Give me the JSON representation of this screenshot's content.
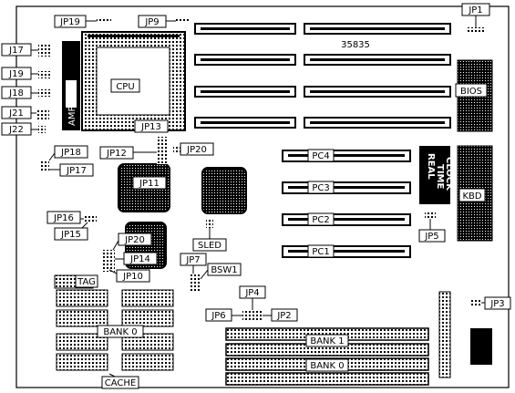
{
  "board": {
    "part_number": "35835",
    "cpu_label": "CPU",
    "socket_label": "AMP",
    "bios_label": "BIOS",
    "kbd_label": "KBD",
    "rtc_label_line1": "REAL",
    "rtc_label_line2": "TIME",
    "rtc_label_line3": "CLOCK",
    "pc_slots": [
      "PC4",
      "PC3",
      "PC2",
      "PC1"
    ],
    "memory_banks": [
      "BANK 1",
      "BANK 0"
    ],
    "cache_bank_label": "BANK 0",
    "tag_label": "TAG",
    "cache_label": "CACHE",
    "sled_label": "SLED",
    "bsw_label": "BSW1",
    "jumpers": {
      "jp1": "JP1",
      "jp2": "JP2",
      "jp3": "JP3",
      "jp4": "JP4",
      "jp5": "JP5",
      "jp6": "JP6",
      "jp7": "JP7",
      "jp9": "JP9",
      "jp10": "JP10",
      "jp11": "JP11",
      "jp12": "JP12",
      "jp13": "JP13",
      "jp14": "JP14",
      "jp15": "JP15",
      "jp16": "JP16",
      "jp17": "JP17",
      "jp18": "JP18",
      "jp19": "JP19",
      "jp20": "JP20",
      "jp21": "J21",
      "jp22": "J22",
      "j17": "J17",
      "j19": "J19",
      "j18": "J18"
    }
  },
  "colors": {
    "ink": "#000000",
    "paper": "#ffffff"
  }
}
